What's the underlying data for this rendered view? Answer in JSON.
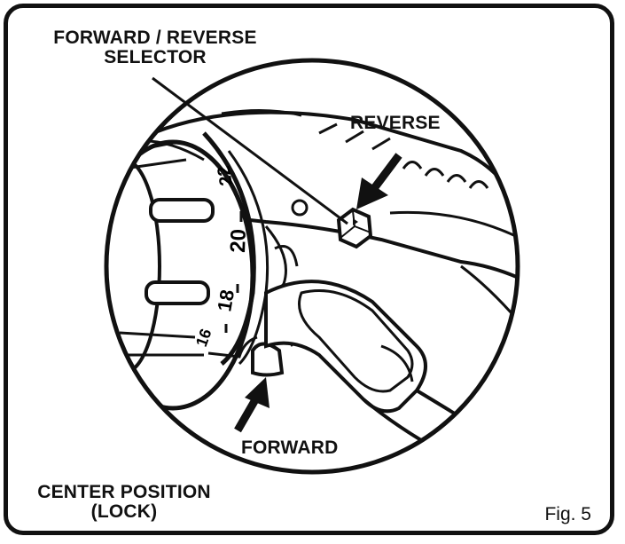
{
  "figure": {
    "caption": "Fig. 5",
    "labels": {
      "selector_line1": "FORWARD / REVERSE",
      "selector_line2": "SELECTOR",
      "reverse": "REVERSE",
      "forward": "FORWARD",
      "center_line1": "CENTER POSITION",
      "center_line2": "(LOCK)"
    },
    "dial_numbers": [
      "16",
      "18",
      "20",
      "22"
    ],
    "colors": {
      "ink": "#111111",
      "background": "#ffffff"
    }
  }
}
